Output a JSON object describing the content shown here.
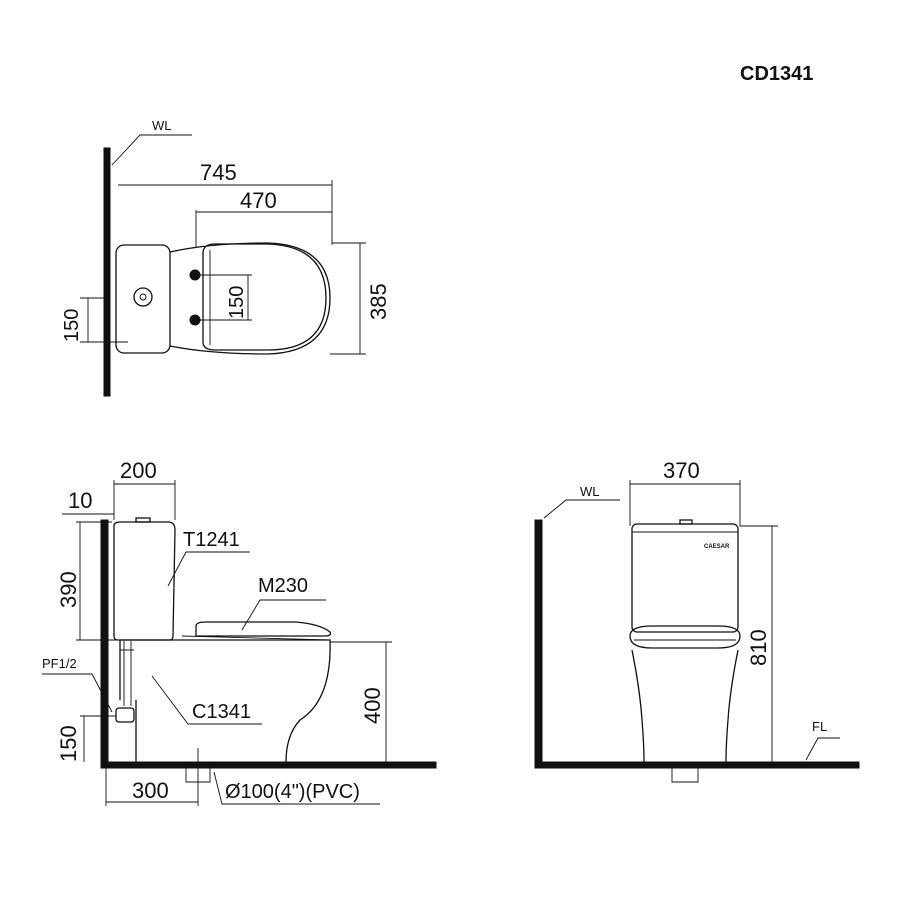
{
  "model_code": "CD1341",
  "labels": {
    "wall_top": "WL",
    "wall_front": "WL",
    "floor": "FL",
    "tank": "T1241",
    "seat": "M230",
    "bowl": "C1341",
    "valve": "PF1/2",
    "drain": "Ø100(4\")(PVC)",
    "brand": "CAESAR"
  },
  "dims": {
    "top_total_depth": "745",
    "top_seat_depth": "470",
    "top_width": "385",
    "top_hinge_spacing": "150",
    "top_wall_offset": "150",
    "side_tank_depth": "200",
    "side_wall_gap": "10",
    "side_tank_height": "390",
    "side_valve_height": "150",
    "side_rough_in": "300",
    "side_seat_height": "400",
    "front_width": "370",
    "front_total_height": "810"
  }
}
